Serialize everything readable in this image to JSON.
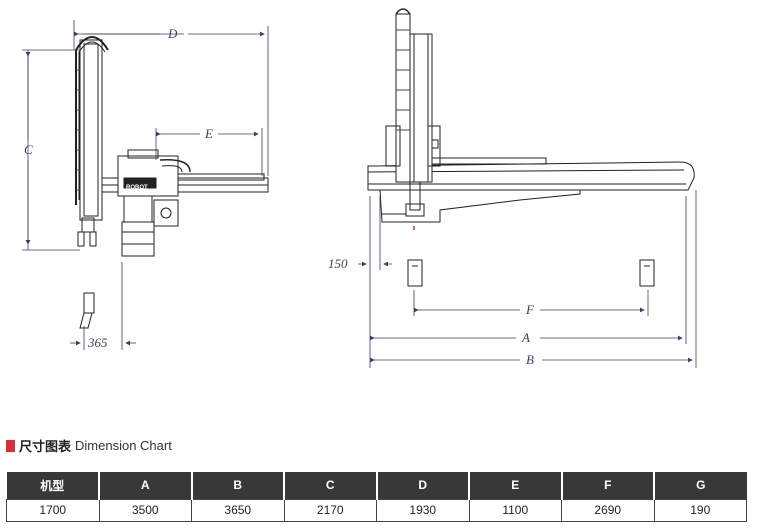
{
  "drawing": {
    "dimension_letters": {
      "d": "D",
      "e": "E",
      "c": "C",
      "a": "A",
      "b": "B",
      "f": "F"
    },
    "dimension_values": {
      "v150": "150",
      "v365": "365"
    },
    "robot_label": "ROBOT"
  },
  "header": {
    "title_cn": "尺寸图表",
    "title_en": "Dimension Chart"
  },
  "table": {
    "columns": [
      "机型",
      "A",
      "B",
      "C",
      "D",
      "E",
      "F",
      "G"
    ],
    "rows": [
      [
        "1700",
        "3500",
        "3650",
        "2170",
        "1930",
        "1100",
        "2690",
        "190"
      ]
    ]
  },
  "colors": {
    "accent": "#d7303a",
    "header_bg": "#383838",
    "dimension_text": "#3a3f6a"
  }
}
